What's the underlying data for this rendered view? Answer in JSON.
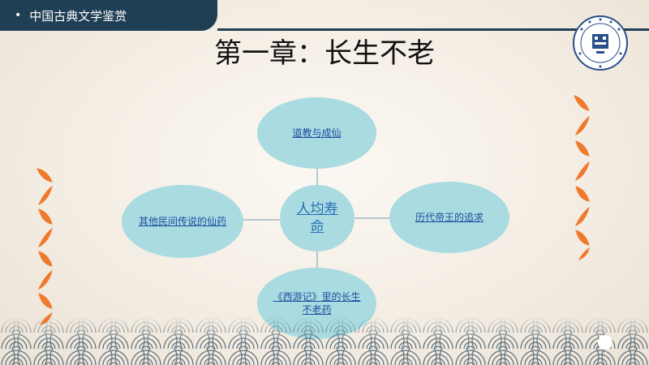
{
  "header": {
    "course_title": "中国古典文学鉴赏",
    "bullet": "•"
  },
  "slide": {
    "title": "第一章：长生不老"
  },
  "diagram": {
    "center": "人均寿命",
    "top": "道教与成仙",
    "right": "历代帝王的追求",
    "bottom": "《西游记》里的长生不老药",
    "left": "其他民间传说的仙药"
  },
  "colors": {
    "header_bg": "#1f3f55",
    "node_fill": "#a9dbe0",
    "fish": "#f07a2c",
    "wave": "#3f5a6b"
  }
}
